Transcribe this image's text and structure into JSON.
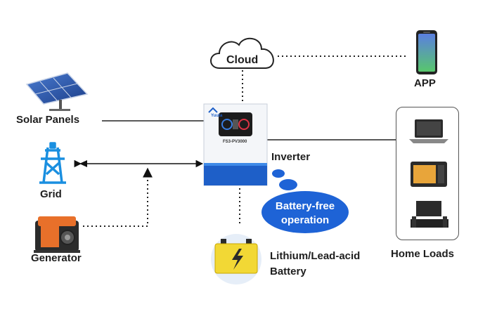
{
  "nodes": {
    "cloud": "Cloud",
    "app": "APP",
    "solar": "Solar Panels",
    "grid": "Grid",
    "generator": "Generator",
    "inverter": "Inverter",
    "home_loads": "Home Loads",
    "battery_line1": "Lithium/Lead-acid",
    "battery_line2": "Battery"
  },
  "bubble": {
    "line1": "Battery-free",
    "line2": "operation"
  },
  "inverter_device": {
    "model": "FS3-PV3000",
    "brand": "Yuuta"
  },
  "colors": {
    "accent_blue": "#1e63d6",
    "grid_blue": "#1a8fe0",
    "generator_orange": "#e8702a",
    "battery_yellow": "#f2d835",
    "phone_green": "#5cc26a"
  }
}
